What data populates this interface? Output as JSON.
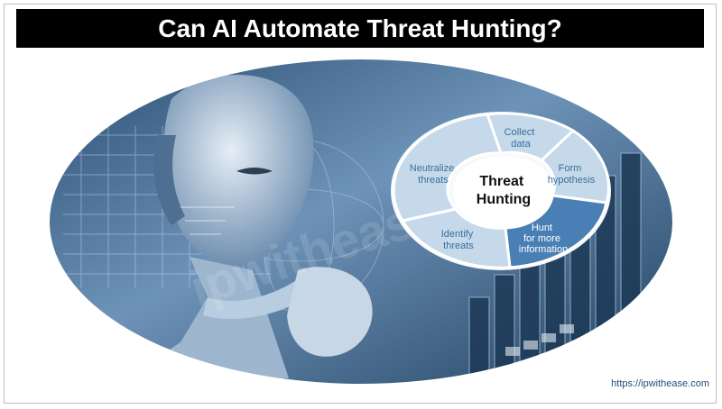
{
  "page": {
    "title": "Can AI Automate Threat Hunting?",
    "footer_url": "https://ipwithease.com"
  },
  "watermark": "ipwithease.com",
  "cycle": {
    "center": [
      "Threat",
      "Hunting"
    ],
    "steps": [
      {
        "lines": [
          "Collect",
          "data"
        ]
      },
      {
        "lines": [
          "Form",
          "hypothesis"
        ]
      },
      {
        "lines": [
          "Hunt",
          "for more",
          "information"
        ]
      },
      {
        "lines": [
          "Identify",
          "threats"
        ]
      },
      {
        "lines": [
          "Neutralize",
          "threats"
        ]
      }
    ]
  },
  "colors": {
    "banner": "#000000",
    "accent": "#3a6f9e",
    "highlight": "#4a7fb5",
    "tile": "#c5d9ea"
  },
  "icons": [
    "robot-illustration",
    "bar-chart-graphic"
  ]
}
